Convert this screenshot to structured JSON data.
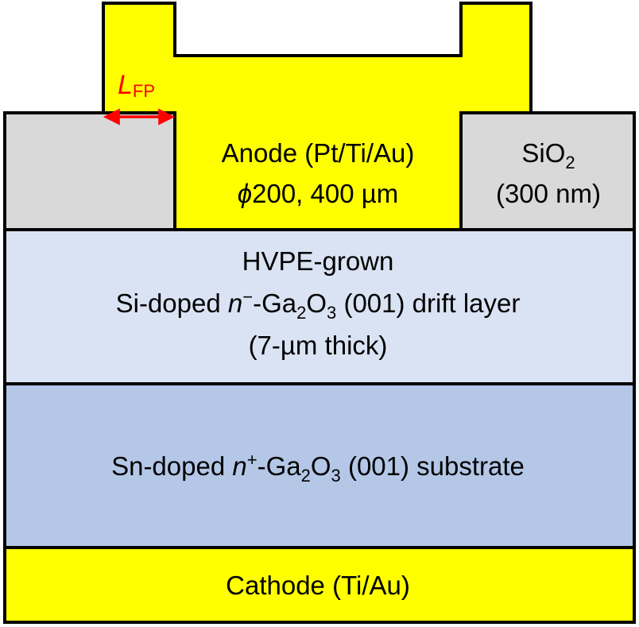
{
  "colors": {
    "metal": "#ffff00",
    "oxide": "#d9d9d9",
    "drift": "#dae3f3",
    "substrate": "#b4c7e7",
    "outline": "#000000",
    "dimension": "#ff0000"
  },
  "dimension": {
    "symbol": "L",
    "subscript": "FP"
  },
  "anode": {
    "line1": "Anode (Pt/Ti/Au)",
    "phi": "ϕ",
    "line2": "200, 400 µm"
  },
  "oxide": {
    "formula_base": "SiO",
    "formula_sub": "2",
    "thickness": "(300 nm)"
  },
  "drift_layer": {
    "line1": "HVPE-grown",
    "prefix": "Si-doped ",
    "n": "n",
    "n_sup": "−",
    "ga": "-Ga",
    "ga_sub": "2",
    "o": "O",
    "o_sub": "3",
    "suffix": " (001) drift layer",
    "line3": "(7-µm thick)"
  },
  "substrate": {
    "prefix": "Sn-doped ",
    "n": "n",
    "n_sup": "+",
    "ga": "-Ga",
    "ga_sub": "2",
    "o": "O",
    "o_sub": "3",
    "suffix": " (001) substrate"
  },
  "cathode": {
    "label": "Cathode (Ti/Au)"
  }
}
